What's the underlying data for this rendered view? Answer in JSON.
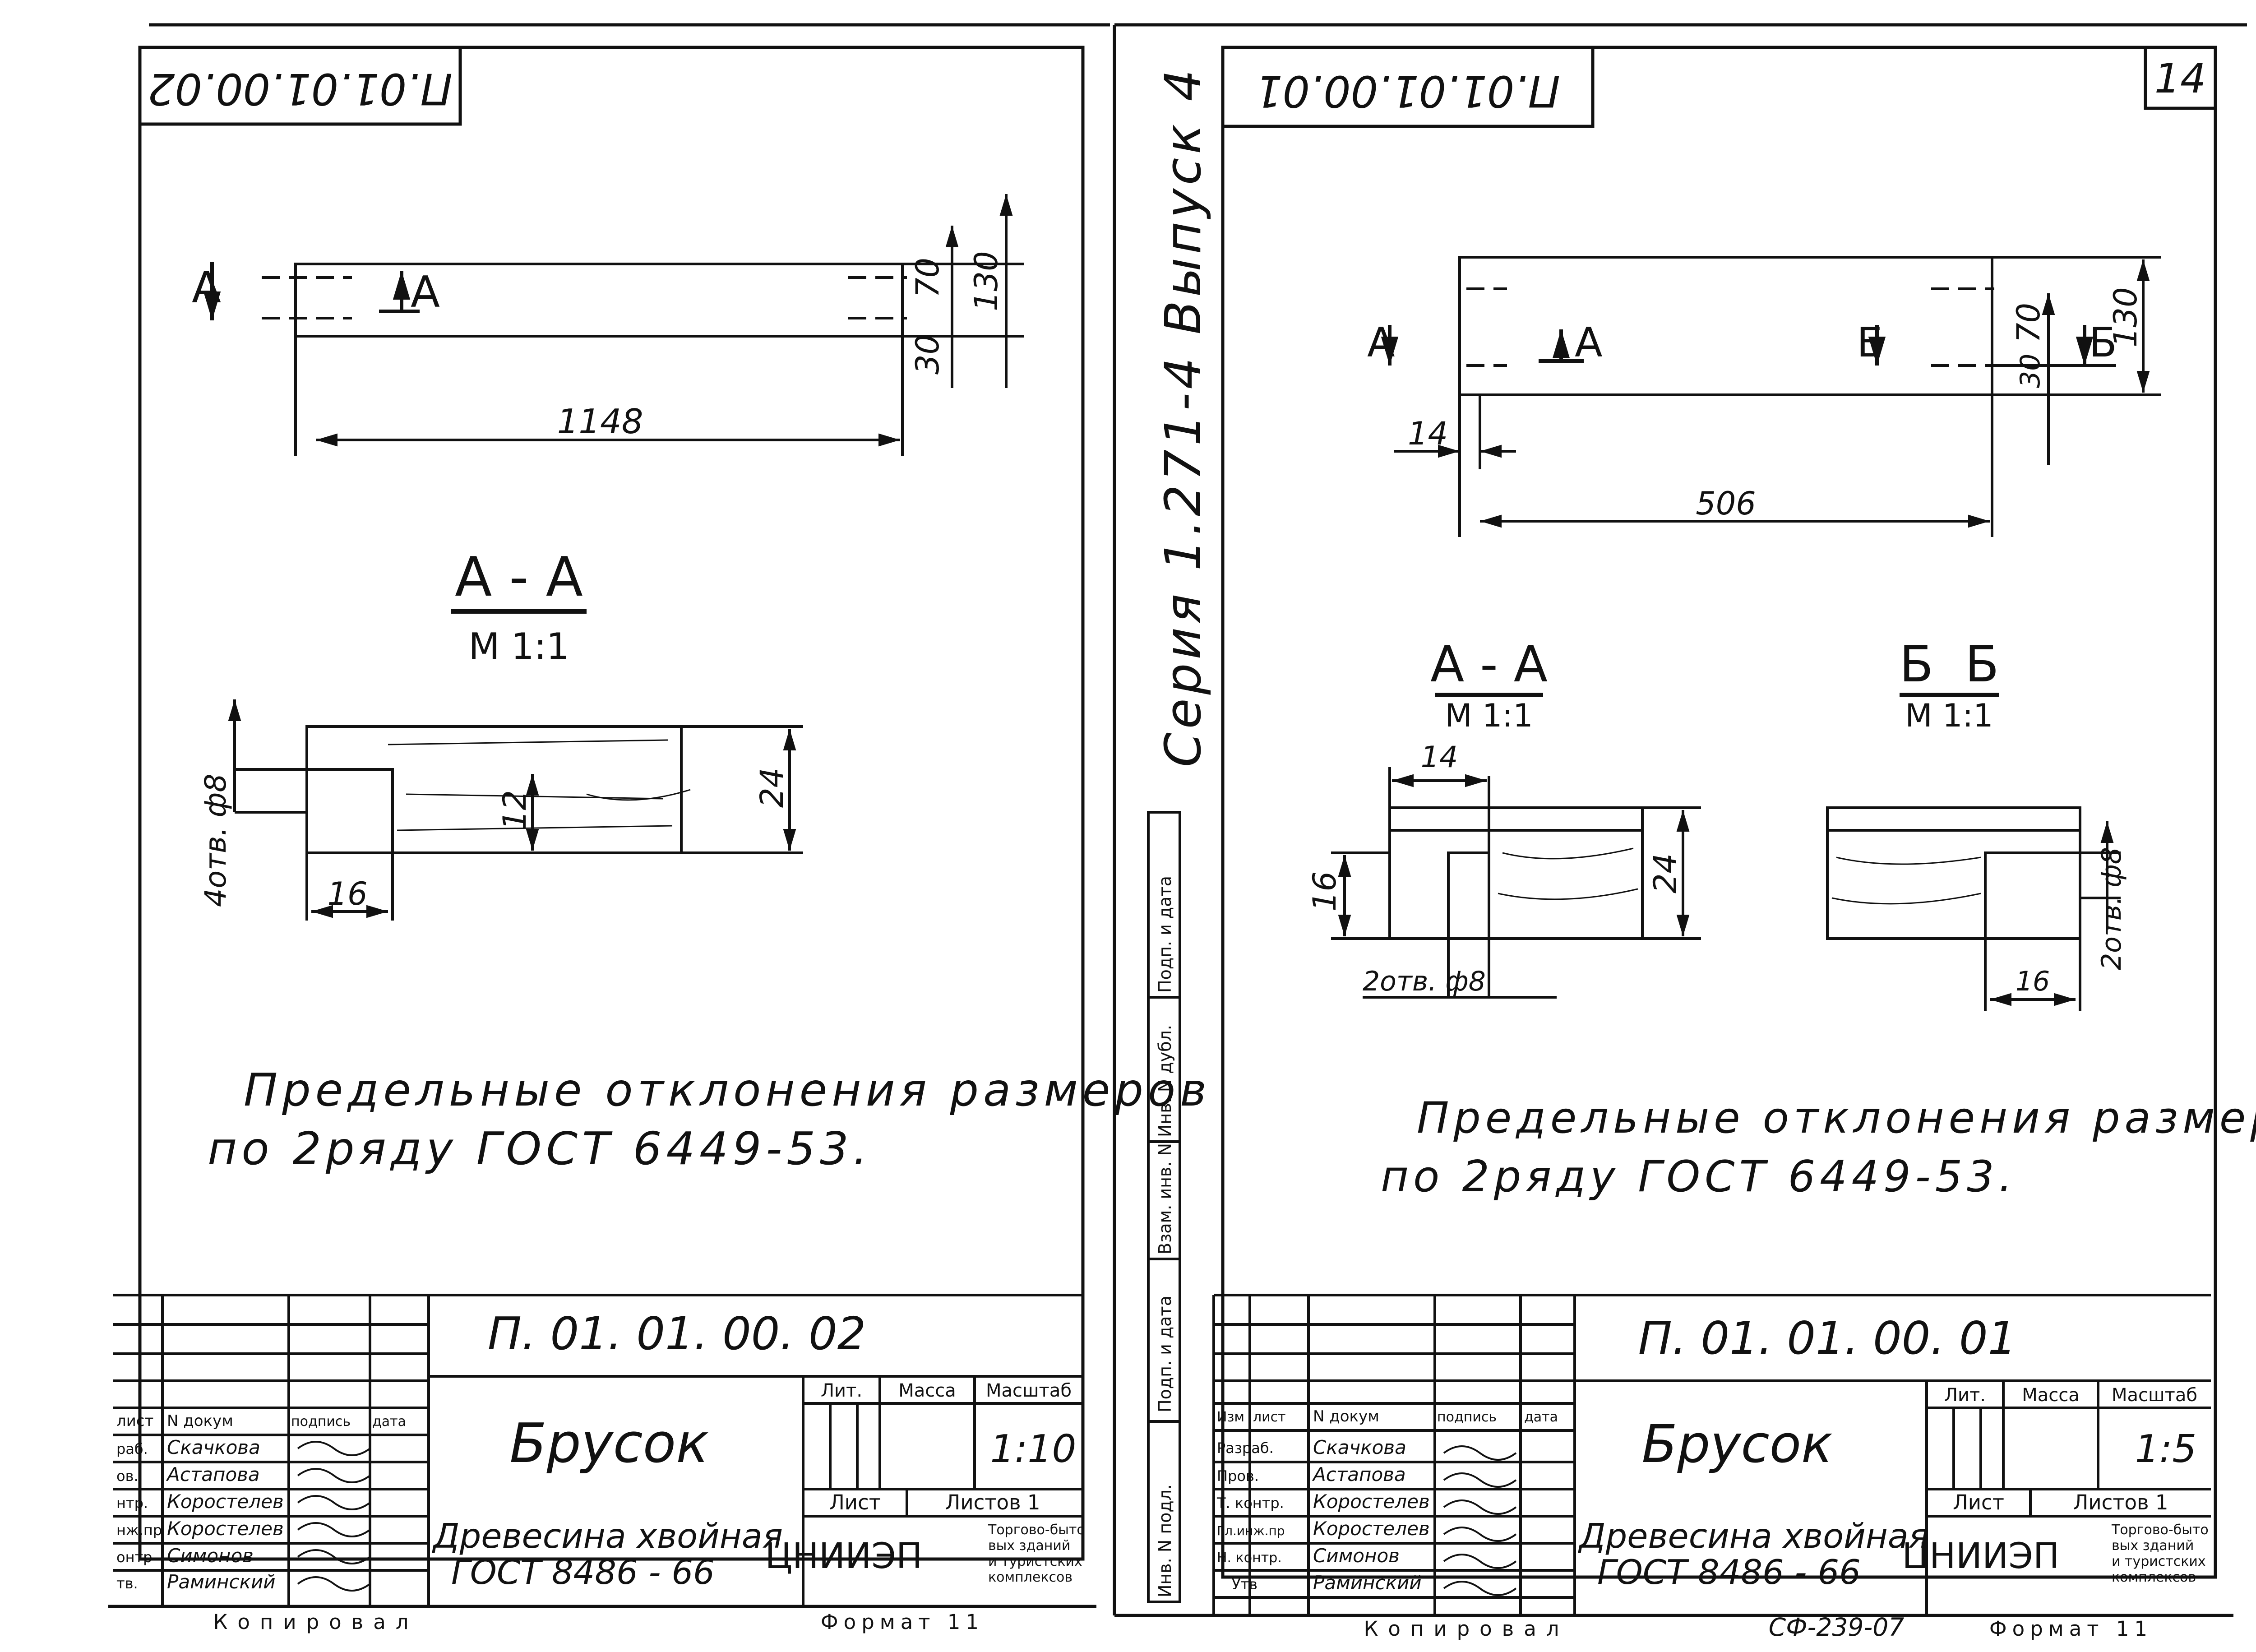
{
  "left_sheet": {
    "code_stamp": "П.01.01.00.02",
    "view": {
      "cut_label": "А",
      "dim_length": "1148",
      "dim_70": "70",
      "dim_130": "130",
      "dim_30": "30"
    },
    "section_aa": {
      "title": "А - А",
      "scale": "М 1:1",
      "dim_24": "24",
      "dim_12": "12",
      "dim_16": "16",
      "holes": "4отв. ф8"
    },
    "note_line1": "Предельные отклонения размеров",
    "note_line2": "по 2ряду ГОСТ 6449-53.",
    "title_block": {
      "code": "П. 01. 01. 00. 02",
      "name": "Брусок",
      "material_line1": "Древесина хвойная",
      "material_line2": "ГОСТ 8486 - 66",
      "col_lit": "Лит.",
      "col_mass": "Масса",
      "col_scale": "Масштаб",
      "scale": "1:10",
      "sheet": "Лист",
      "sheets": "Листов 1",
      "org": "ЦНИИЭП",
      "org_desc1": "Торгово-быто",
      "org_desc2": "вых зданий",
      "org_desc3": "и туристских",
      "org_desc4": "комплексов",
      "hdr_list": "лист",
      "hdr_doc": "N докум",
      "hdr_sign": "подпись",
      "hdr_date": "дата",
      "roles": [
        "раб.",
        "ов.",
        "нтр.",
        "нж.пр",
        "онтр",
        "тв."
      ],
      "names": [
        "Скачкова",
        "Астапова",
        "Коростелев",
        "Коростелев",
        "Симонов",
        "Раминский"
      ],
      "copied": "Копировал",
      "format": "Формат 11"
    }
  },
  "right_sheet": {
    "code_stamp": "П.01.01.00.01",
    "page_number": "14",
    "view": {
      "cut_a": "А",
      "cut_b": "Б",
      "dim_length": "506",
      "dim_14": "14",
      "dim_70": "70",
      "dim_130": "130",
      "dim_30": "30"
    },
    "section_aa": {
      "title": "А - А",
      "scale": "М 1:1",
      "dim_14": "14",
      "dim_16": "16",
      "dim_24": "24",
      "holes": "2отв. ф8"
    },
    "section_bb": {
      "title": "Б  Б",
      "scale": "М 1:1",
      "dim_16": "16",
      "holes": "2отв. ф8"
    },
    "note_line1": "Предельные отклонения размеров",
    "note_line2": "по 2ряду ГОСТ 6449-53.",
    "side_series": "Серия 1.271-4  Выпуск 4",
    "side_stamps": [
      "Инв. N подл.",
      "Подп. и дата",
      "Взам. инв. N",
      "Инв. N дубл.",
      "Подп. и дата"
    ],
    "title_block": {
      "code": "П. 01. 01. 00. 01",
      "name": "Брусок",
      "material_line1": "Древесина хвойная",
      "material_line2": "ГОСТ 8486 - 66",
      "col_lit": "Лит.",
      "col_mass": "Масса",
      "col_scale": "Масштаб",
      "scale": "1:5",
      "sheet": "Лист",
      "sheets": "Листов 1",
      "org": "ЦНИИЭП",
      "org_desc1": "Торгово-быто",
      "org_desc2": "вых зданий",
      "org_desc3": "и туристских",
      "org_desc4": "комплексов",
      "hdr_izm": "Изм",
      "hdr_list": "лист",
      "hdr_doc": "N докум",
      "hdr_sign": "подпись",
      "hdr_date": "дата",
      "roles": [
        "Разраб.",
        "Пров.",
        "Т. контр.",
        "Гл.инж.пр",
        "Н. контр.",
        "Утв"
      ],
      "names": [
        "Скачкова",
        "Астапова",
        "Коростелев",
        "Коростелев",
        "Симонов",
        "Раминский"
      ],
      "copied": "Копировал",
      "format": "Формат 11",
      "sf_code": "СФ-239-07"
    }
  }
}
